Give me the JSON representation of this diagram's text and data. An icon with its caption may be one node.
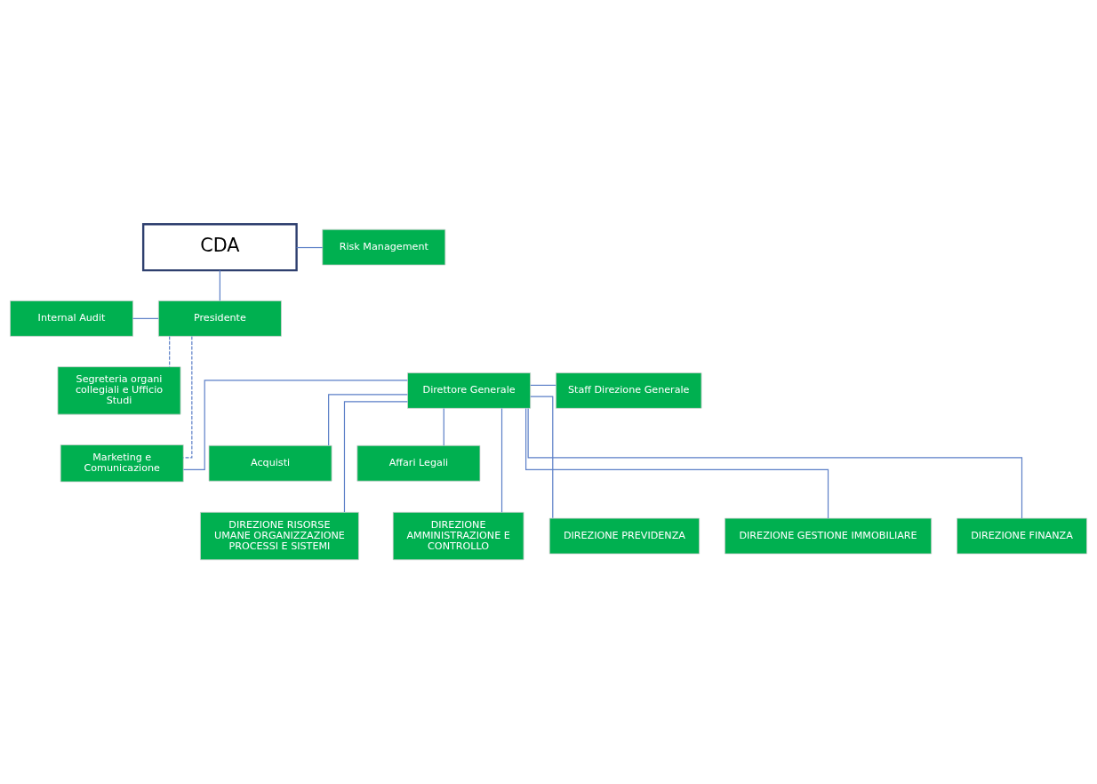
{
  "diagram": {
    "nodes": [
      {
        "text": [
          "CDA"
        ]
      },
      {
        "text": [
          "Risk Management"
        ]
      },
      {
        "text": [
          "Internal Audit"
        ]
      },
      {
        "text": [
          "Presidente"
        ]
      },
      {
        "text": [
          "Segreteria organi collegiali e Ufficio Studi"
        ]
      },
      {
        "text": [
          "Direttore Generale"
        ]
      },
      {
        "text": [
          "Staff Direzione Generale"
        ]
      },
      {
        "text": [
          "Marketing e Comunicazione"
        ]
      },
      {
        "text": [
          "Acquisti"
        ]
      },
      {
        "text": [
          "Affari Legali"
        ]
      },
      {
        "text": [
          "DIREZIONE RISORSE UMANE ORGANIZZAZIONE PROCESSI E SISTEMI"
        ]
      },
      {
        "text": [
          "DIREZIONE AMMINISTRAZIONE E CONTROLLO"
        ]
      },
      {
        "text": [
          "DIREZIONE PREVIDENZA"
        ]
      },
      {
        "text": [
          "DIREZIONE GESTIONE IMMOBILIARE"
        ]
      },
      {
        "text": [
          "DIREZIONE FINANZA"
        ]
      }
    ],
    "edges": [
      {
        "from": 0,
        "to": 1,
        "arrow": "none"
      },
      {
        "from": 0,
        "to": 3,
        "arrow": "none"
      },
      {
        "from": 2,
        "to": 3,
        "arrow": "none"
      },
      {
        "from": 3,
        "to": 4,
        "arrow": "none",
        "style": "dashed"
      },
      {
        "from": 3,
        "to": 7,
        "arrow": "none",
        "style": "dashed"
      },
      {
        "from": 5,
        "to": 6,
        "arrow": "none"
      },
      {
        "from": 5,
        "to": 7,
        "arrow": "none"
      },
      {
        "from": 5,
        "to": 8,
        "arrow": "none"
      },
      {
        "from": 5,
        "to": 9,
        "arrow": "none"
      },
      {
        "from": 5,
        "to": 10,
        "arrow": "none"
      },
      {
        "from": 5,
        "to": 11,
        "arrow": "none"
      },
      {
        "from": 5,
        "to": 12,
        "arrow": "none"
      },
      {
        "from": 5,
        "to": 13,
        "arrow": "none"
      },
      {
        "from": 5,
        "to": 14,
        "arrow": "none"
      }
    ]
  }
}
